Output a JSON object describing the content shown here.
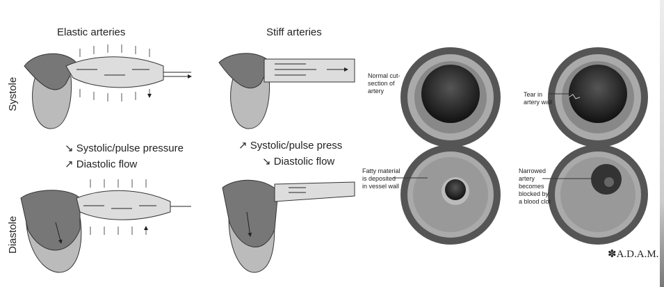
{
  "titles": {
    "elastic": "Elastic arteries",
    "stiff": "Stiff arteries"
  },
  "phases": {
    "systole": "Systole",
    "diastole": "Diastole"
  },
  "elastic_effects": [
    "↘ Systolic/pulse pressure",
    "↗ Diastolic flow"
  ],
  "stiff_effects": [
    "↗ Systolic/pulse press",
    "↘ Diastolic flow"
  ],
  "cross_sections": [
    {
      "label": "Normal cut-\nsection of\nartery"
    },
    {
      "label": "Tear in\nartery wall"
    },
    {
      "label": "Fatty material\nis deposited\nin vessel wall"
    },
    {
      "label": "Narrowed\nartery\nbecomes\nblocked by\na blood clot"
    }
  ],
  "logo": "A.D.A.M.",
  "colors": {
    "heart": "#707070",
    "wall": "#5a5a5a",
    "tissue": "#9a9a9a",
    "lumen": "#222222"
  }
}
